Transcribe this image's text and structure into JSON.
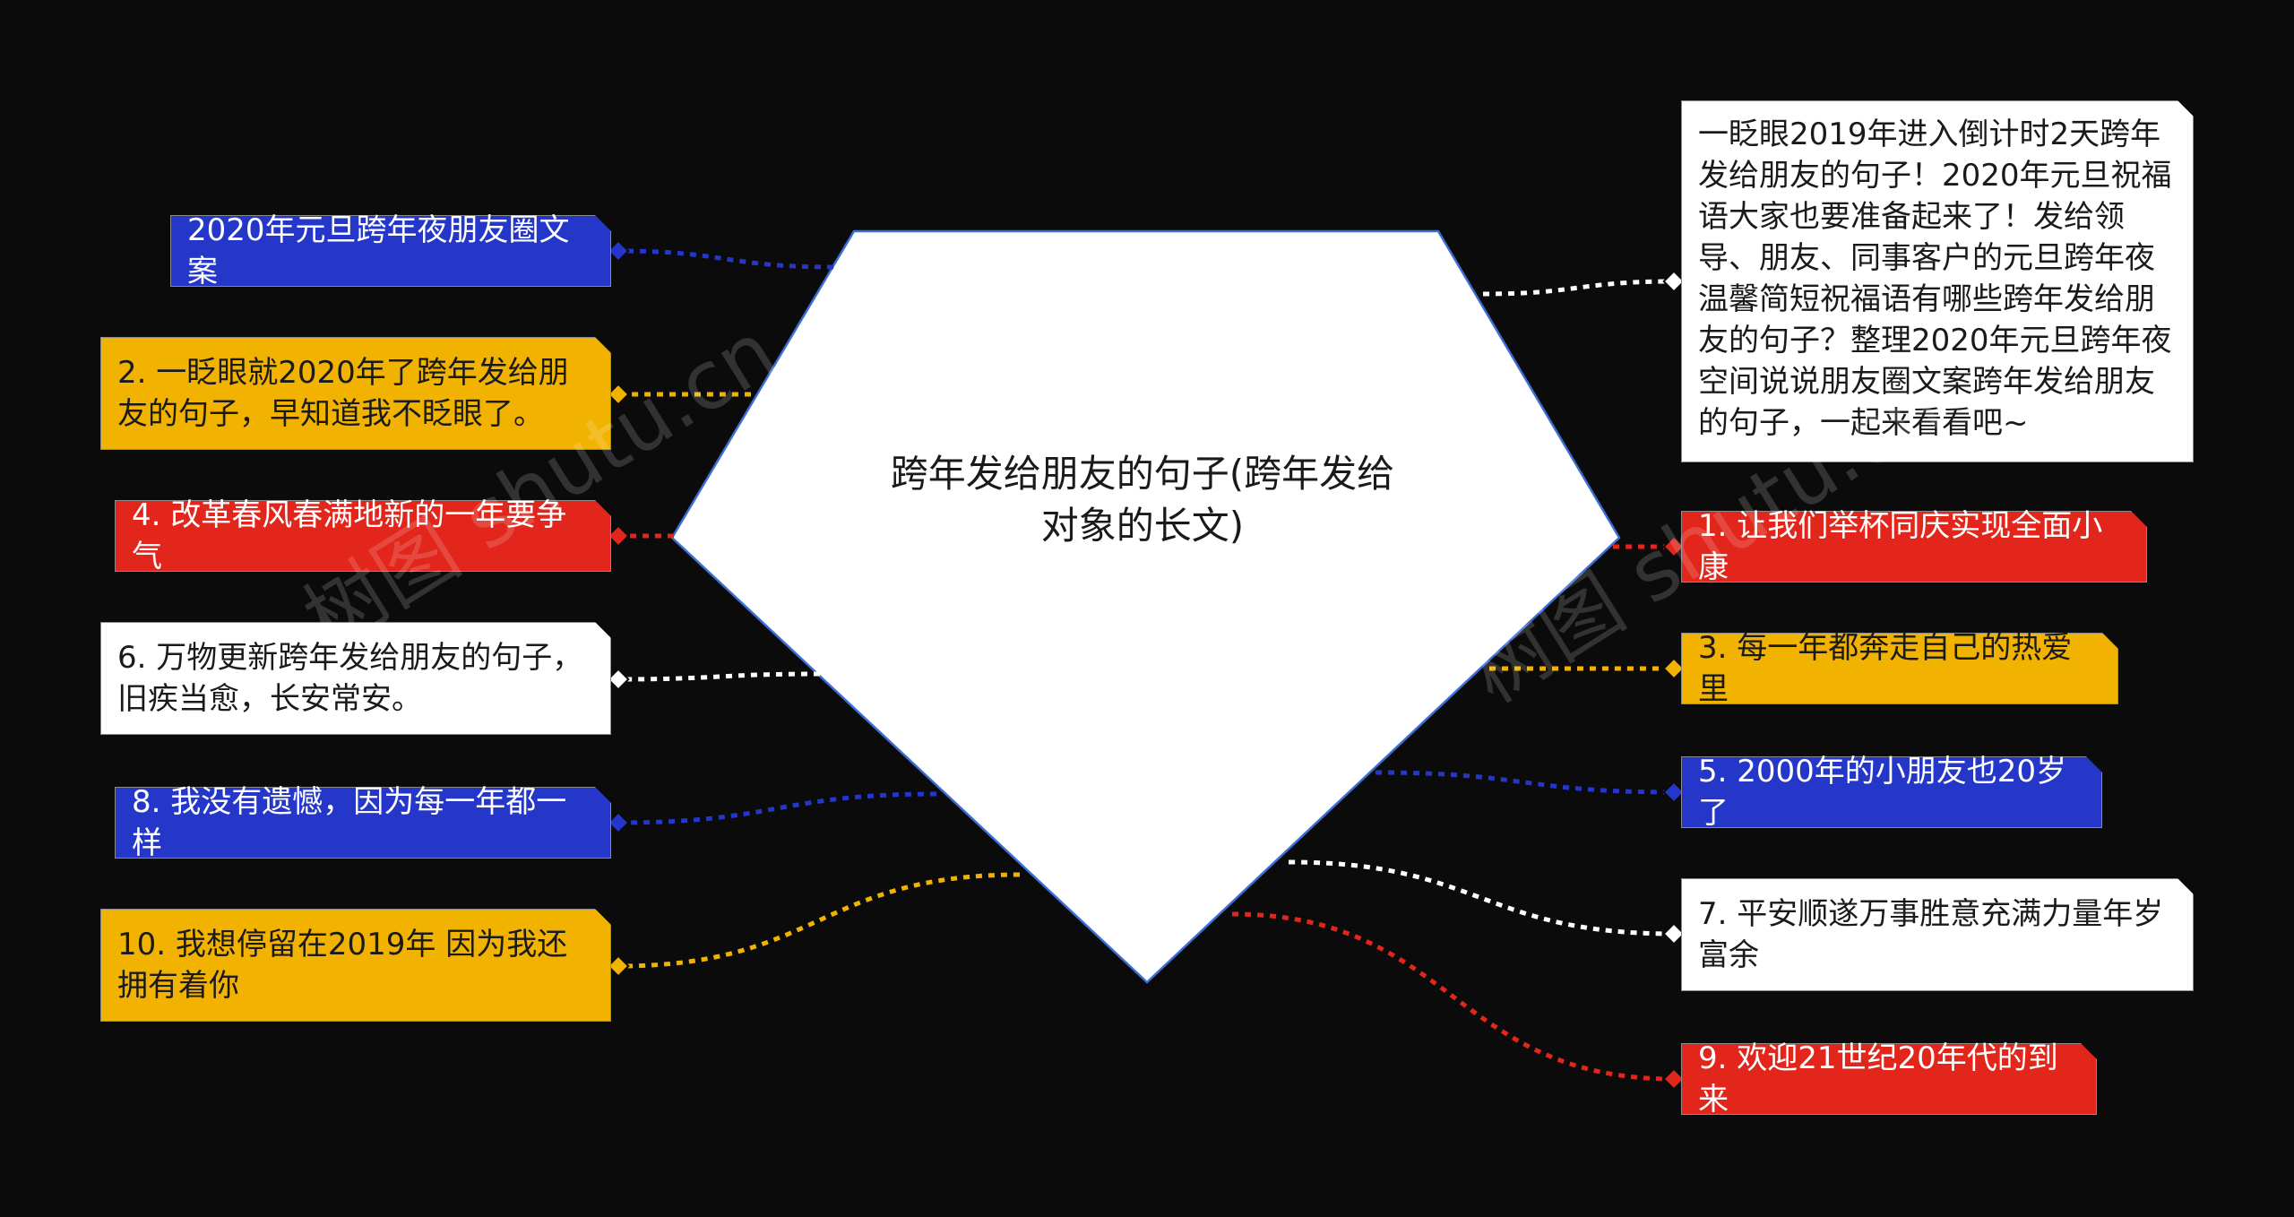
{
  "center": {
    "title": "跨年发给朋友的句子(跨年发给对象的长文)"
  },
  "left_nodes": [
    {
      "id": "l1",
      "text": "2020年元旦跨年夜朋友圈文案",
      "color": "blue"
    },
    {
      "id": "l2",
      "text": "2. 一眨眼就2020年了跨年发给朋友的句子，早知道我不眨眼了。",
      "color": "yellow"
    },
    {
      "id": "l3",
      "text": "4. 改革春风春满地新的一年要争气",
      "color": "red"
    },
    {
      "id": "l4",
      "text": "6. 万物更新跨年发给朋友的句子，旧疾当愈，长安常安。",
      "color": "white"
    },
    {
      "id": "l5",
      "text": "8. 我没有遗憾，因为每一年都一样",
      "color": "blue"
    },
    {
      "id": "l6",
      "text": "10. 我想停留在2019年 因为我还拥有着你",
      "color": "yellow"
    }
  ],
  "right_nodes": [
    {
      "id": "r1",
      "text": "一眨眼2019年进入倒计时2天跨年发给朋友的句子！2020年元旦祝福语大家也要准备起来了！发给领导、朋友、同事客户的元旦跨年夜温馨简短祝福语有哪些跨年发给朋友的句子？整理2020年元旦跨年夜空间说说朋友圈文案跨年发给朋友的句子，一起来看看吧~",
      "color": "white"
    },
    {
      "id": "r2",
      "text": "1. 让我们举杯同庆实现全面小康",
      "color": "red"
    },
    {
      "id": "r3",
      "text": "3. 每一年都奔走自己的热爱里",
      "color": "yellow"
    },
    {
      "id": "r4",
      "text": "5. 2000年的小朋友也20岁了",
      "color": "blue"
    },
    {
      "id": "r5",
      "text": "7. 平安顺遂万事胜意充满力量年岁富余",
      "color": "white"
    },
    {
      "id": "r6",
      "text": "9. 欢迎21世纪20年代的到来",
      "color": "red"
    }
  ],
  "colors": {
    "blue": "#2437c9",
    "yellow": "#f1b300",
    "red": "#e2261b",
    "white": "#ffffff",
    "background": "#0b0b0b",
    "center_border": "#3b6fd6"
  },
  "watermark": "树图 shutu.cn"
}
